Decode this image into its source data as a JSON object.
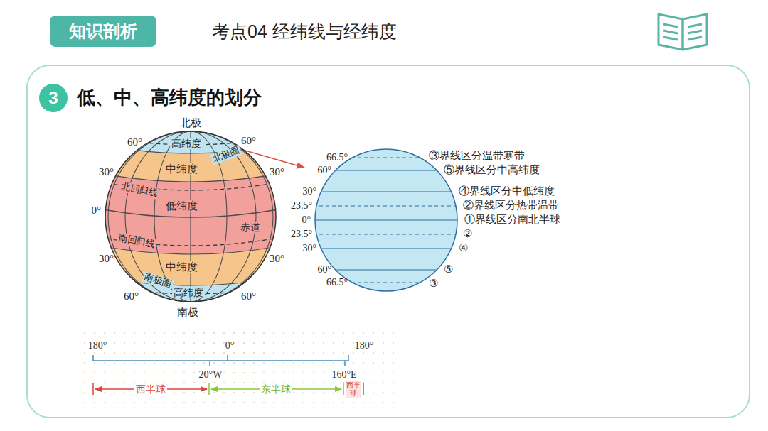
{
  "diagram": {
    "title": "考点04 经纬线与经纬度",
    "nodes": [
      {
        "text": [
          "知识剖析"
        ]
      },
      {
        "text": [
          "3"
        ]
      }
    ],
    "labels": [
      "低、中、高纬度的划分",
      "北极",
      "60°",
      "60°",
      "高纬度",
      "北极圈",
      "30°",
      "中纬度",
      "30°",
      "北回归线",
      "0°",
      "低纬度",
      "赤道",
      "南回归线",
      "30°",
      "中纬度",
      "30°",
      "南极圈",
      "高纬度",
      "60°",
      "60°",
      "南极",
      "66.5°",
      "60°",
      "30°",
      "23.5°",
      "0°",
      "23.5°",
      "30°",
      "60°",
      "66.5°",
      "③界线区分温带寒带",
      "⑤界线区分中高纬度",
      "④界线区分中低纬度",
      "②界线区分热带温带",
      "①界线区分南北半球",
      "②",
      "④",
      "⑤",
      "③",
      "180°",
      "0°",
      "180°",
      "20°W",
      "160°E",
      "西半球",
      "东半球",
      "西半球"
    ]
  }
}
